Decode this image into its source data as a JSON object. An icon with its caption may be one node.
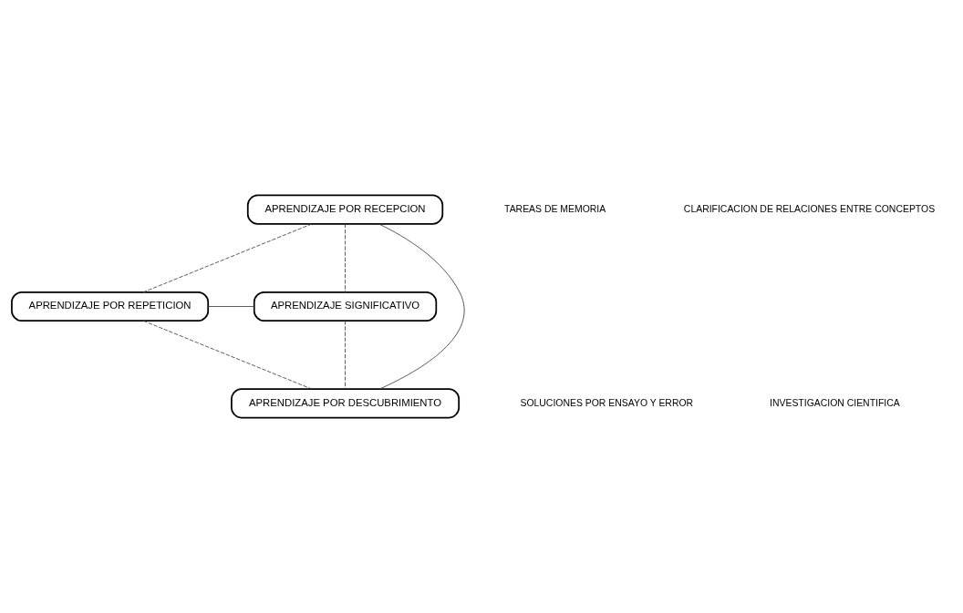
{
  "diagram": {
    "nodes": [
      {
        "text": [
          "APRENDIZAJE POR RECEPCION"
        ]
      },
      {
        "text": [
          "APRENDIZAJE POR REPETICION"
        ]
      },
      {
        "text": [
          "APRENDIZAJE SIGNIFICATIVO"
        ]
      },
      {
        "text": [
          "APRENDIZAJE POR DESCUBRIMIENTO"
        ]
      }
    ],
    "edges": [
      {
        "from": 0,
        "to": 3,
        "arrow": "none"
      },
      {
        "from": 1,
        "to": 2,
        "arrow": "none"
      },
      {
        "from": 0,
        "to": 1,
        "arrow": "none",
        "style": "dashed"
      },
      {
        "from": 0,
        "to": 2,
        "arrow": "none",
        "style": "dashed"
      },
      {
        "from": 1,
        "to": 3,
        "arrow": "none",
        "style": "dashed"
      },
      {
        "from": 2,
        "to": 3,
        "arrow": "none",
        "style": "dashed"
      }
    ],
    "labels": [
      "TAREAS DE MEMORIA",
      "CLARIFICACION DE RELACIONES ENTRE CONCEPTOS",
      "SOLUCIONES POR ENSAYO Y ERROR",
      "INVESTIGACION CIENTIFICA"
    ]
  }
}
